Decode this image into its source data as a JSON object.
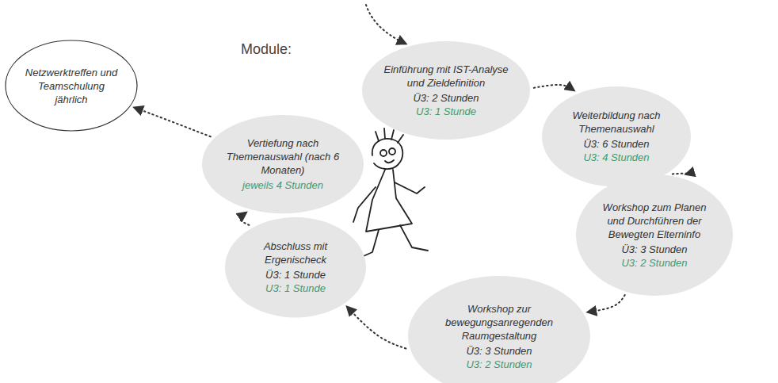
{
  "diagram": {
    "nodes": [
      {
        "text": [
          "Einführung mit IST-Analyse und Zieldefinition",
          "Ü3: 2 Stunden",
          "U3: 1 Stunde"
        ]
      },
      {
        "text": [
          "Weiterbildung nach Themenauswahl",
          "Ü3: 6 Stunden",
          "U3: 4 Stunden"
        ]
      },
      {
        "text": [
          "Workshop zum Planen und Durchführen der Bewegten Elterninfo",
          "Ü3: 3 Stunden",
          "U3: 2 Stunden"
        ]
      },
      {
        "text": [
          "Workshop zur bewegungsanregenden Raumgestaltung",
          "Ü3: 3 Stunden",
          "U3: 2 Stunden"
        ]
      },
      {
        "text": [
          "Abschluss mit Ergenischeck",
          "Ü3: 1 Stunde",
          "U3: 1 Stunde"
        ]
      },
      {
        "text": [
          "Vertiefung nach Themenauswahl (nach 6 Monaten)",
          "jeweils 4 Stunden"
        ]
      },
      {
        "text": [
          "Netzwerktreffen und Teamschulung jährlich"
        ]
      }
    ],
    "edges": [
      {
        "from": 0,
        "to": 1,
        "arrow": "to"
      },
      {
        "from": 1,
        "to": 2,
        "arrow": "to"
      },
      {
        "from": 2,
        "to": 3,
        "arrow": "to"
      },
      {
        "from": 3,
        "to": 4,
        "arrow": "to"
      },
      {
        "from": 4,
        "to": 5,
        "arrow": "to"
      },
      {
        "from": 5,
        "to": 6,
        "arrow": "to"
      }
    ],
    "labels": [
      "Module:"
    ]
  }
}
